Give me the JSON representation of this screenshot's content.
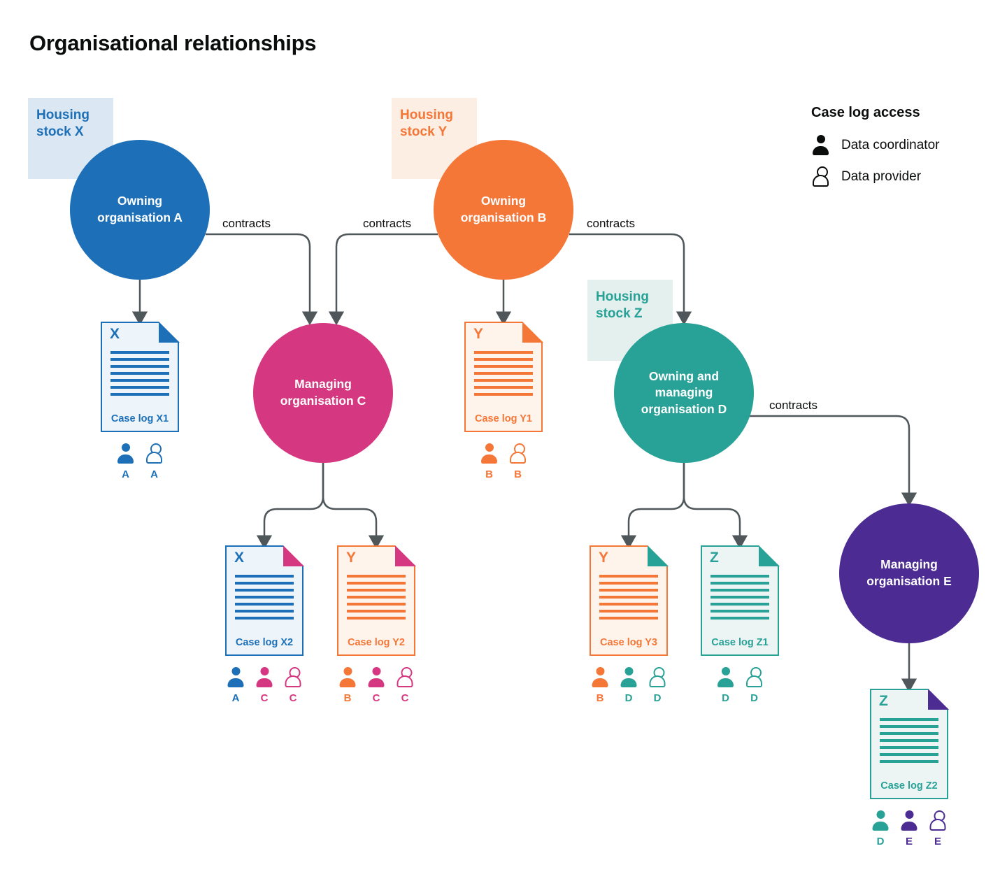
{
  "title": "Organisational relationships",
  "legend": {
    "title": "Case log access",
    "items": [
      {
        "icon": "person-filled-icon",
        "label": "Data coordinator"
      },
      {
        "icon": "person-outline-icon",
        "label": "Data provider"
      }
    ]
  },
  "housing_stocks": [
    {
      "id": "X",
      "label": "Housing stock X",
      "color": "#1d70b8",
      "background": "#dbe8f4"
    },
    {
      "id": "Y",
      "label": "Housing stock Y",
      "color": "#f47738",
      "background": "#fdeee4"
    },
    {
      "id": "Z",
      "label": "Housing stock Z",
      "color": "#28a197",
      "background": "#e3f0ee"
    }
  ],
  "organisations": [
    {
      "id": "A",
      "label": "Owning organisation A",
      "color": "#1d70b8"
    },
    {
      "id": "B",
      "label": "Owning organisation B",
      "color": "#f47738"
    },
    {
      "id": "C",
      "label": "Managing organisation C",
      "color": "#d53880"
    },
    {
      "id": "D",
      "label": "Owning and managing organisation D",
      "color": "#28a197"
    },
    {
      "id": "E",
      "label": "Managing organisation E",
      "color": "#4c2c92"
    }
  ],
  "connector_label": "contracts",
  "case_logs": [
    {
      "letter": "X",
      "label": "Case log X1",
      "theme": "#1d70b8",
      "fold_color": "#1d70b8",
      "access": [
        {
          "role": "Data coordinator",
          "letter": "A",
          "color": "#1d70b8"
        },
        {
          "role": "Data provider",
          "letter": "A",
          "color": "#1d70b8"
        }
      ]
    },
    {
      "letter": "Y",
      "label": "Case log Y1",
      "theme": "#f47738",
      "fold_color": "#f47738",
      "access": [
        {
          "role": "Data coordinator",
          "letter": "B",
          "color": "#f47738"
        },
        {
          "role": "Data provider",
          "letter": "B",
          "color": "#f47738"
        }
      ]
    },
    {
      "letter": "X",
      "label": "Case log X2",
      "theme": "#1d70b8",
      "fold_color": "#d53880",
      "access": [
        {
          "role": "Data coordinator",
          "letter": "A",
          "color": "#1d70b8"
        },
        {
          "role": "Data coordinator",
          "letter": "C",
          "color": "#d53880"
        },
        {
          "role": "Data provider",
          "letter": "C",
          "color": "#d53880"
        }
      ]
    },
    {
      "letter": "Y",
      "label": "Case log Y2",
      "theme": "#f47738",
      "fold_color": "#d53880",
      "access": [
        {
          "role": "Data coordinator",
          "letter": "B",
          "color": "#f47738"
        },
        {
          "role": "Data coordinator",
          "letter": "C",
          "color": "#d53880"
        },
        {
          "role": "Data provider",
          "letter": "C",
          "color": "#d53880"
        }
      ]
    },
    {
      "letter": "Y",
      "label": "Case log Y3",
      "theme": "#f47738",
      "fold_color": "#28a197",
      "access": [
        {
          "role": "Data coordinator",
          "letter": "B",
          "color": "#f47738"
        },
        {
          "role": "Data coordinator",
          "letter": "D",
          "color": "#28a197"
        },
        {
          "role": "Data provider",
          "letter": "D",
          "color": "#28a197"
        }
      ]
    },
    {
      "letter": "Z",
      "label": "Case log Z1",
      "theme": "#28a197",
      "fold_color": "#28a197",
      "access": [
        {
          "role": "Data coordinator",
          "letter": "D",
          "color": "#28a197"
        },
        {
          "role": "Data provider",
          "letter": "D",
          "color": "#28a197"
        }
      ]
    },
    {
      "letter": "Z",
      "label": "Case log Z2",
      "theme": "#28a197",
      "fold_color": "#4c2c92",
      "access": [
        {
          "role": "Data coordinator",
          "letter": "D",
          "color": "#28a197"
        },
        {
          "role": "Data coordinator",
          "letter": "E",
          "color": "#4c2c92"
        },
        {
          "role": "Data provider",
          "letter": "E",
          "color": "#4c2c92"
        }
      ]
    }
  ],
  "colors": {
    "blue": "#1d70b8",
    "orange": "#f47738",
    "pink": "#d53880",
    "teal": "#28a197",
    "purple": "#4c2c92",
    "connector_grey": "#4f575b",
    "text": "#0b0c0c"
  }
}
